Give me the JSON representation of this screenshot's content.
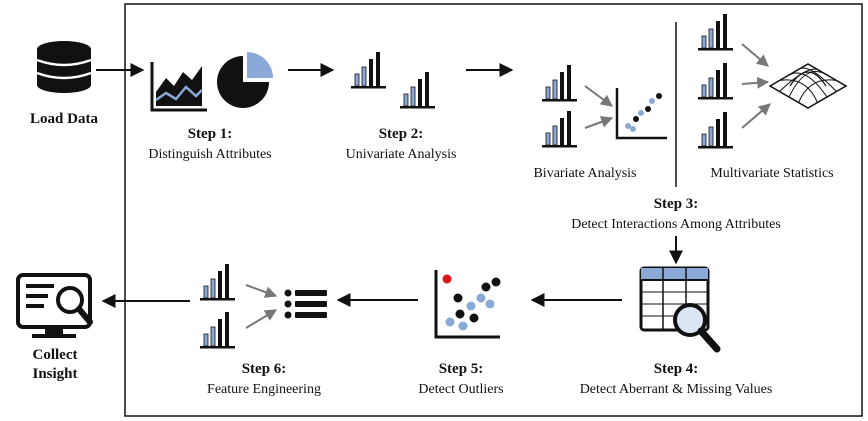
{
  "diagram": {
    "load_data": "Load Data",
    "collect_insight": [
      "Collect",
      "Insight"
    ],
    "step1": {
      "title": "Step 1:",
      "desc": "Distinguish Attributes"
    },
    "step2": {
      "title": "Step 2:",
      "desc": "Univariate Analysis"
    },
    "step3": {
      "title": "Step 3:",
      "desc": "Detect Interactions Among Attributes",
      "bivariate": "Bivariate Analysis",
      "multivariate": "Multivariate Statistics"
    },
    "step4": {
      "title": "Step 4:",
      "desc": "Detect Aberrant & Missing Values"
    },
    "step5": {
      "title": "Step 5:",
      "desc": "Detect Outliers"
    },
    "step6": {
      "title": "Step 6:",
      "desc": "Feature Engineering"
    },
    "colors": {
      "accent_blue": "#8aa9d6",
      "outlier_red": "#e0141a",
      "ink": "#111111",
      "arrow_gray": "#777777"
    },
    "icons": [
      "database-icon",
      "area-chart-icon",
      "pie-chart-icon",
      "bar-chart-icon",
      "scatter-plot-icon",
      "surface-plot-icon",
      "table-magnifier-icon",
      "list-icon",
      "monitor-magnifier-icon"
    ]
  }
}
